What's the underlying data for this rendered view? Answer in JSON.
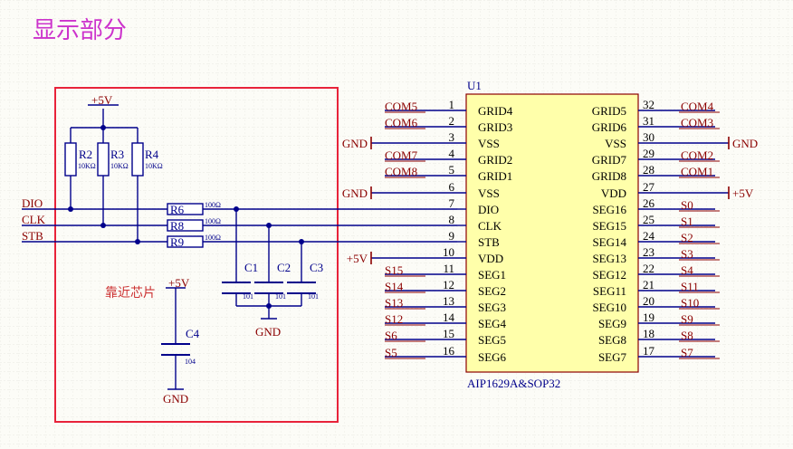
{
  "title": "显示部分",
  "annotation": "靠近芯片",
  "chip": {
    "designator": "U1",
    "part": "AIP1629A&SOP32",
    "left_pins": [
      {
        "num": "1",
        "name": "GRID4",
        "net": "COM5"
      },
      {
        "num": "2",
        "name": "GRID3",
        "net": "COM6"
      },
      {
        "num": "3",
        "name": "VSS",
        "net": "GND"
      },
      {
        "num": "4",
        "name": "GRID2",
        "net": "COM7"
      },
      {
        "num": "5",
        "name": "GRID1",
        "net": "COM8"
      },
      {
        "num": "6",
        "name": "VSS",
        "net": "GND"
      },
      {
        "num": "7",
        "name": "DIO",
        "net": ""
      },
      {
        "num": "8",
        "name": "CLK",
        "net": ""
      },
      {
        "num": "9",
        "name": "STB",
        "net": ""
      },
      {
        "num": "10",
        "name": "VDD",
        "net": "+5V"
      },
      {
        "num": "11",
        "name": "SEG1",
        "net": "S15"
      },
      {
        "num": "12",
        "name": "SEG2",
        "net": "S14"
      },
      {
        "num": "13",
        "name": "SEG3",
        "net": "S13"
      },
      {
        "num": "14",
        "name": "SEG4",
        "net": "S12"
      },
      {
        "num": "15",
        "name": "SEG5",
        "net": "S6"
      },
      {
        "num": "16",
        "name": "SEG6",
        "net": "S5"
      }
    ],
    "right_pins": [
      {
        "num": "32",
        "name": "GRID5",
        "net": "COM4"
      },
      {
        "num": "31",
        "name": "GRID6",
        "net": "COM3"
      },
      {
        "num": "30",
        "name": "VSS",
        "net": "GND"
      },
      {
        "num": "29",
        "name": "GRID7",
        "net": "COM2"
      },
      {
        "num": "28",
        "name": "GRID8",
        "net": "COM1"
      },
      {
        "num": "27",
        "name": "VDD",
        "net": "+5V"
      },
      {
        "num": "26",
        "name": "SEG16",
        "net": "S0"
      },
      {
        "num": "25",
        "name": "SEG15",
        "net": "S1"
      },
      {
        "num": "24",
        "name": "SEG14",
        "net": "S2"
      },
      {
        "num": "23",
        "name": "SEG13",
        "net": "S3"
      },
      {
        "num": "22",
        "name": "SEG12",
        "net": "S4"
      },
      {
        "num": "21",
        "name": "SEG11",
        "net": "S11"
      },
      {
        "num": "20",
        "name": "SEG10",
        "net": "S10"
      },
      {
        "num": "19",
        "name": "SEG9",
        "net": "S9"
      },
      {
        "num": "18",
        "name": "SEG8",
        "net": "S8"
      },
      {
        "num": "17",
        "name": "SEG7",
        "net": "S7"
      }
    ]
  },
  "signals": [
    "DIO",
    "CLK",
    "STB"
  ],
  "pullups": [
    {
      "ref": "R2",
      "value": "10KΩ"
    },
    {
      "ref": "R3",
      "value": "10KΩ"
    },
    {
      "ref": "R4",
      "value": "10KΩ"
    }
  ],
  "series_resistors": [
    {
      "ref": "R6",
      "value": "100Ω"
    },
    {
      "ref": "R8",
      "value": "100Ω"
    },
    {
      "ref": "R9",
      "value": "100Ω"
    }
  ],
  "filter_caps": [
    {
      "ref": "C1",
      "value": "101"
    },
    {
      "ref": "C2",
      "value": "101"
    },
    {
      "ref": "C3",
      "value": "101"
    }
  ],
  "decoupling_cap": {
    "ref": "C4",
    "value": "104"
  },
  "power": {
    "vcc": "+5V",
    "gnd": "GND"
  },
  "colors": {
    "wire": "#00008b",
    "component": "#00008b",
    "net_label": "#8b0000",
    "pin_text": "#000000",
    "chip_fill": "#ffffaa",
    "chip_border": "#8b0000",
    "box": "#e8233a",
    "title": "#cc33cc",
    "grid": "#e0e0d8"
  }
}
